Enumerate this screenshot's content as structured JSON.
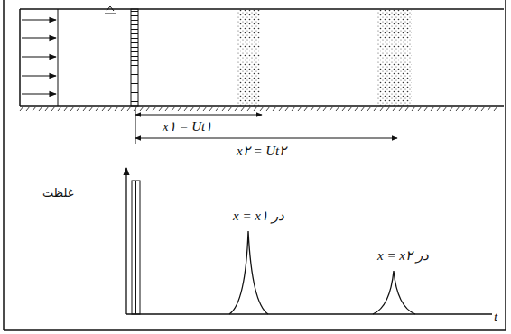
{
  "diagram": {
    "labels": [
      "x۱ = Ut۱",
      "x۲ = Ut۲",
      "غلظت",
      "در x = x۱",
      "در x = x۲",
      "t"
    ]
  }
}
